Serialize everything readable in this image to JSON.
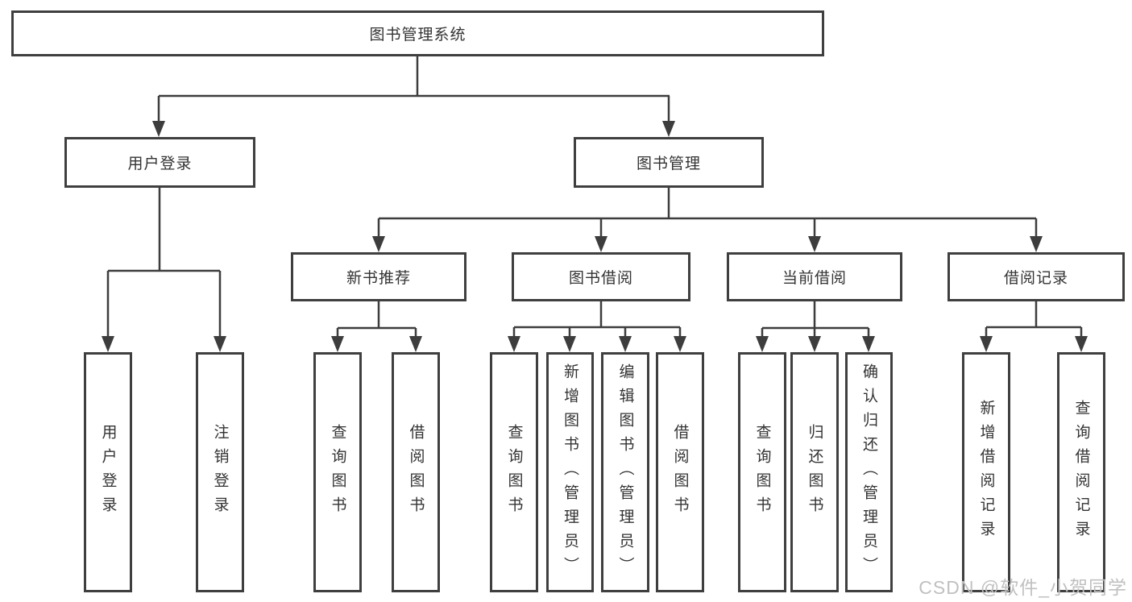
{
  "diagram": {
    "type": "tree",
    "root": {
      "label": "图书管理系统"
    },
    "level2": [
      {
        "label": "用户登录",
        "leaves": [
          {
            "label": "用户登录"
          },
          {
            "label": "注销登录"
          }
        ]
      },
      {
        "label": "图书管理",
        "groups": [
          {
            "label": "新书推荐",
            "leaves": [
              {
                "label": "查询图书"
              },
              {
                "label": "借阅图书"
              }
            ]
          },
          {
            "label": "图书借阅",
            "leaves": [
              {
                "label": "查询图书"
              },
              {
                "label": "新增图书（管理员）"
              },
              {
                "label": "编辑图书（管理员）"
              },
              {
                "label": "借阅图书"
              }
            ]
          },
          {
            "label": "当前借阅",
            "leaves": [
              {
                "label": "查询图书"
              },
              {
                "label": "归还图书"
              },
              {
                "label": "确认归还（管理员）"
              }
            ]
          },
          {
            "label": "借阅记录",
            "leaves": [
              {
                "label": "新增借阅记录"
              },
              {
                "label": "查询借阅记录"
              }
            ]
          }
        ]
      }
    ],
    "watermark": "CSDN @软件_小贺同学",
    "colors": {
      "line": "#3d3d3d",
      "border": "#3f3f3f",
      "text": "#333333",
      "background": "#ffffff",
      "watermark": "#c0c0c0"
    }
  }
}
